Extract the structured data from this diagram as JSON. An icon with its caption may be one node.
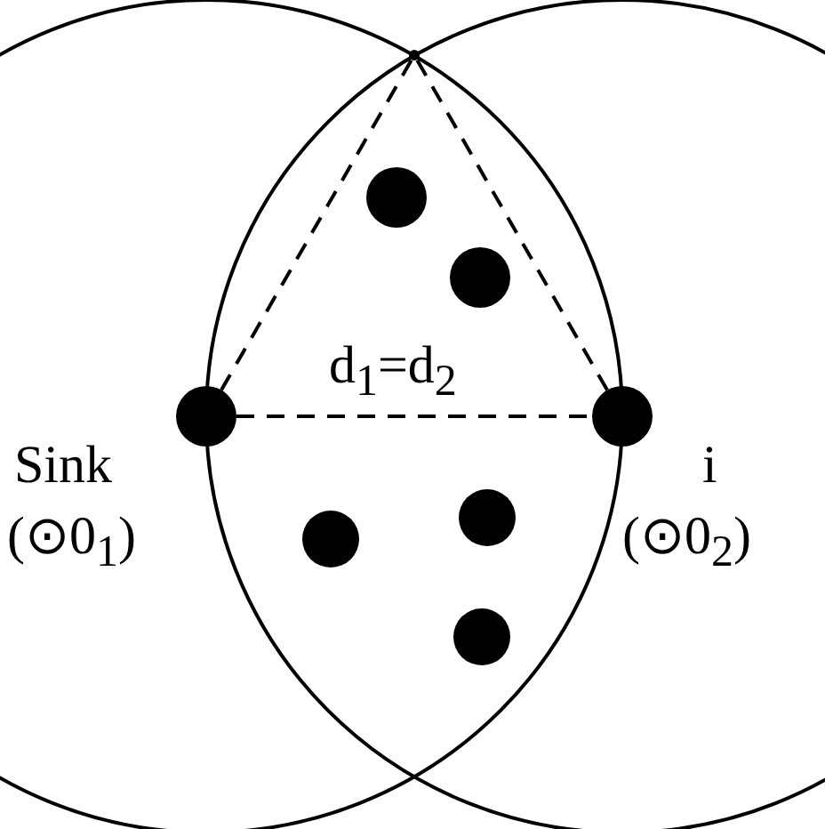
{
  "diagram": {
    "nodes": [
      {
        "text": [],
        "shape": "point"
      },
      {
        "text": [],
        "shape": "circle"
      },
      {
        "text": [],
        "shape": "circle"
      },
      {
        "text": [],
        "shape": "circle",
        "beside": [
          "Sink",
          "(⊙0$_{1}$)"
        ]
      },
      {
        "text": [],
        "shape": "circle",
        "beside": [
          "i",
          "(⊙0$_{2}$)"
        ]
      },
      {
        "text": [],
        "shape": "circle"
      },
      {
        "text": [],
        "shape": "circle"
      },
      {
        "text": [],
        "shape": "circle"
      }
    ],
    "edges": [
      {
        "from": 3,
        "to": 4,
        "arrow": "none",
        "style": "dashed",
        "label": "d$_{1}$=d$_{2}$"
      },
      {
        "from": 3,
        "to": 0,
        "arrow": "none",
        "style": "dashed"
      },
      {
        "from": 4,
        "to": 0,
        "arrow": "none",
        "style": "dashed"
      }
    ]
  }
}
